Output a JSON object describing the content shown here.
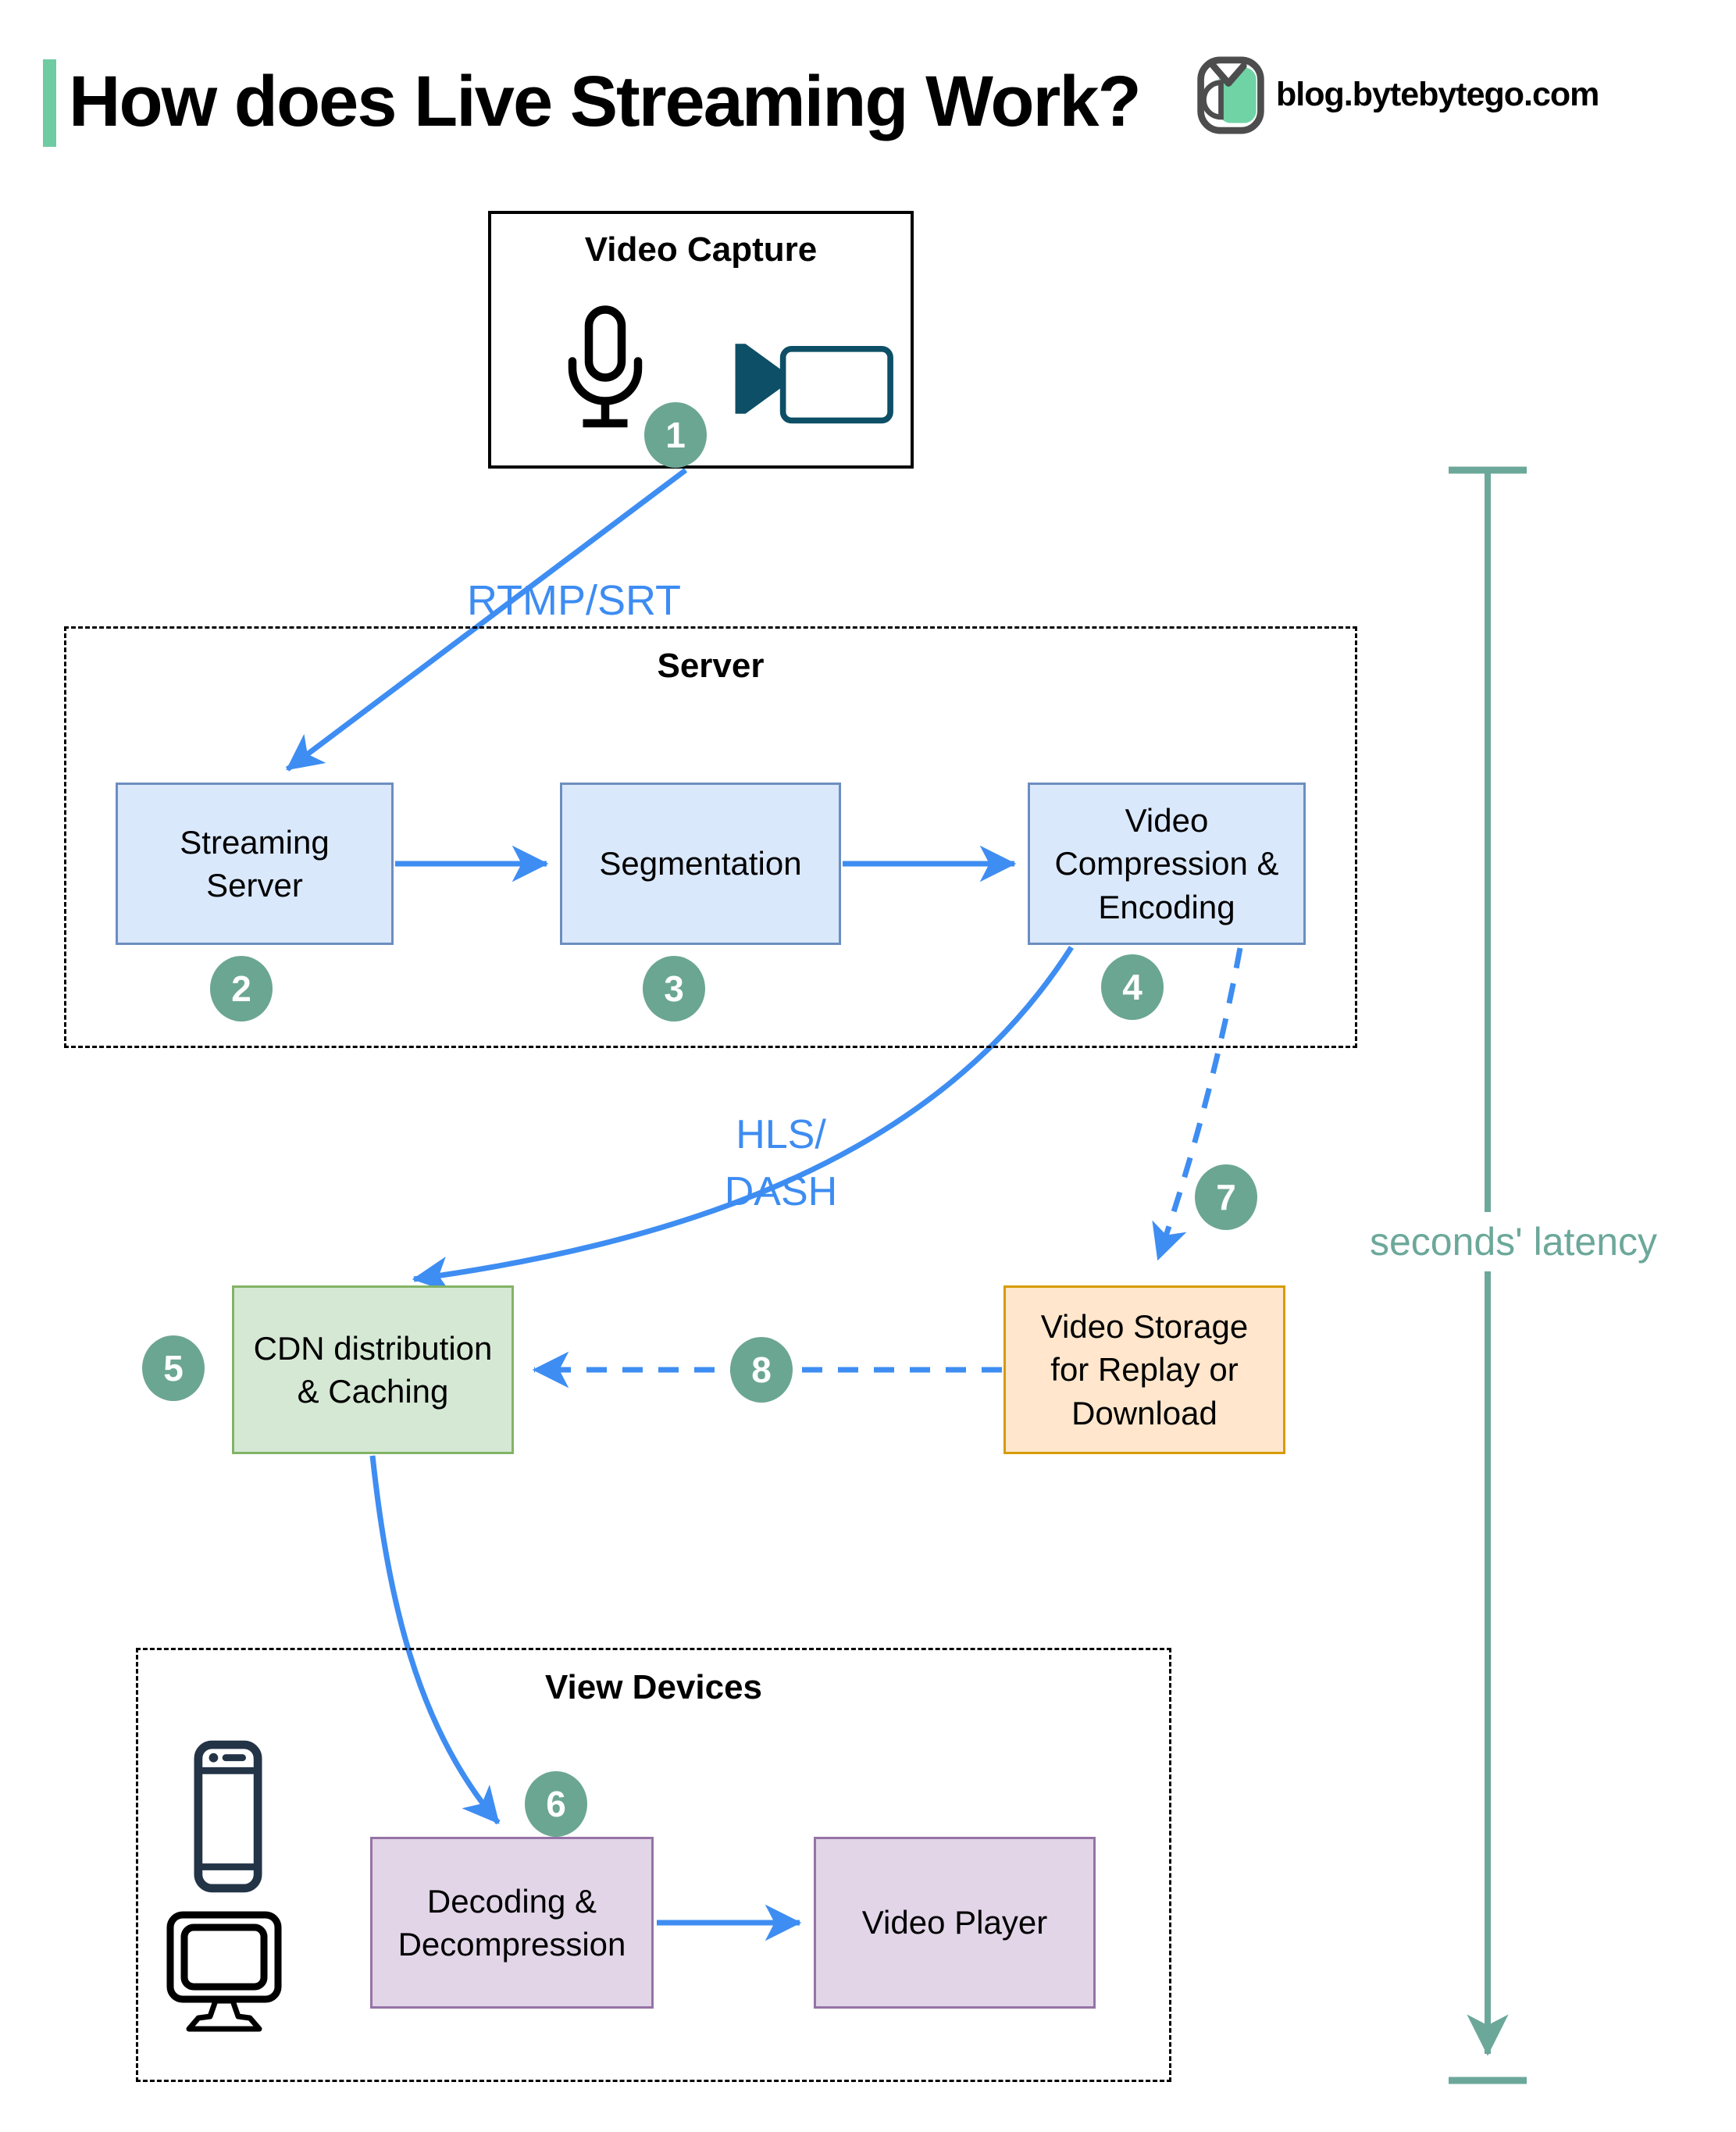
{
  "header": {
    "title": "How does Live Streaming Work?",
    "site": "blog.bytebytego.com",
    "accent_color": "#6ecba2"
  },
  "groups": {
    "video_capture": {
      "label": "Video Capture"
    },
    "server": {
      "label": "Server"
    },
    "view_devices": {
      "label": "View Devices"
    }
  },
  "nodes": {
    "streaming_server": {
      "label": "Streaming\nServer",
      "fill": "#dae8fc",
      "border": "#6c8ebf"
    },
    "segmentation": {
      "label": "Segmentation",
      "fill": "#dae8fc",
      "border": "#6c8ebf"
    },
    "video_compression": {
      "label": "Video\nCompression &\nEncoding",
      "fill": "#dae8fc",
      "border": "#6c8ebf"
    },
    "cdn": {
      "label": "CDN distribution\n& Caching",
      "fill": "#d5e8d4",
      "border": "#82b366"
    },
    "video_storage": {
      "label": "Video Storage\nfor Replay or\nDownload",
      "fill": "#ffe6cc",
      "border": "#d79b00"
    },
    "decoding": {
      "label": "Decoding &\nDecompression",
      "fill": "#e1d5e7",
      "border": "#9673a6"
    },
    "video_player": {
      "label": "Video Player",
      "fill": "#e1d5e7",
      "border": "#9673a6"
    }
  },
  "edges": {
    "rtmp_label": "RTMP/SRT",
    "hls_label": "HLS/\nDASH",
    "arrow_color": "#3e8df2"
  },
  "steps": [
    "1",
    "2",
    "3",
    "4",
    "5",
    "6",
    "7",
    "8"
  ],
  "step_badge_color": "#6ba693",
  "latency": {
    "label": "seconds' latency",
    "color": "#6ca89a"
  },
  "icons": {
    "microphone": "microphone-icon",
    "camera": "video-camera-icon",
    "phone": "smartphone-icon",
    "monitor": "desktop-monitor-icon",
    "owl": "bytebytego-owl-logo"
  }
}
